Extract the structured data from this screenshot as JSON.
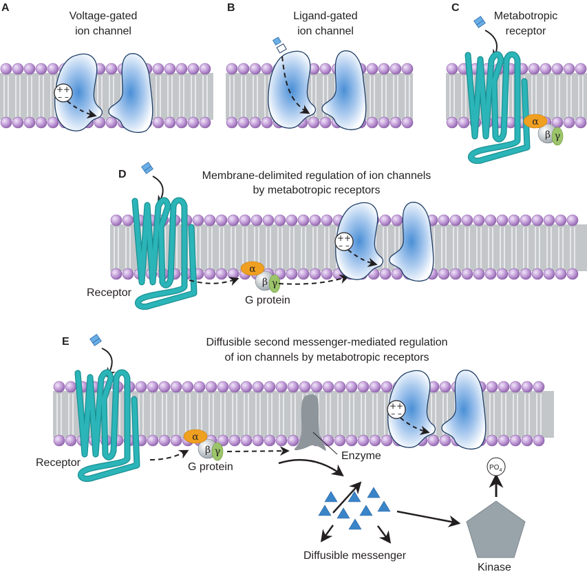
{
  "figure": {
    "panels": [
      {
        "letter": "A",
        "title_lines": [
          "Voltage-gated",
          "ion channel"
        ]
      },
      {
        "letter": "B",
        "title_lines": [
          "Ligand-gated",
          "ion channel"
        ]
      },
      {
        "letter": "C",
        "title_lines": [
          "Metabotropic",
          "receptor"
        ]
      },
      {
        "letter": "D",
        "title_lines": [
          "Membrane-delimited regulation of ion channels",
          "by metabotropic receptors"
        ]
      },
      {
        "letter": "E",
        "title_lines": [
          "Diffusible second messenger-mediated regulation",
          "of ion channels by metabotropic receptors"
        ]
      }
    ],
    "labels": {
      "receptor": "Receptor",
      "g_protein": "G protein",
      "enzyme": "Enzyme",
      "diffusible_messenger": "Diffusible messenger",
      "kinase": "Kinase",
      "po4": "PO",
      "po4_sub": "4"
    },
    "symbols": {
      "alpha": "α",
      "beta": "β",
      "gamma": "γ",
      "plus": "++",
      "minus": "– –"
    },
    "colors": {
      "lipid_head": "#b28ccc",
      "lipid_tail": "#c4c7ca",
      "receptor": "#2bb5b8",
      "channel_fill": "#4a8fd6",
      "alpha": "#f0a020",
      "beta": "#c8ccd0",
      "gamma": "#9cc46a",
      "enzyme": "#8e969b",
      "kinase": "#98a3aa",
      "messenger": "#3a84c8",
      "ligand": "#6aaee6"
    }
  }
}
